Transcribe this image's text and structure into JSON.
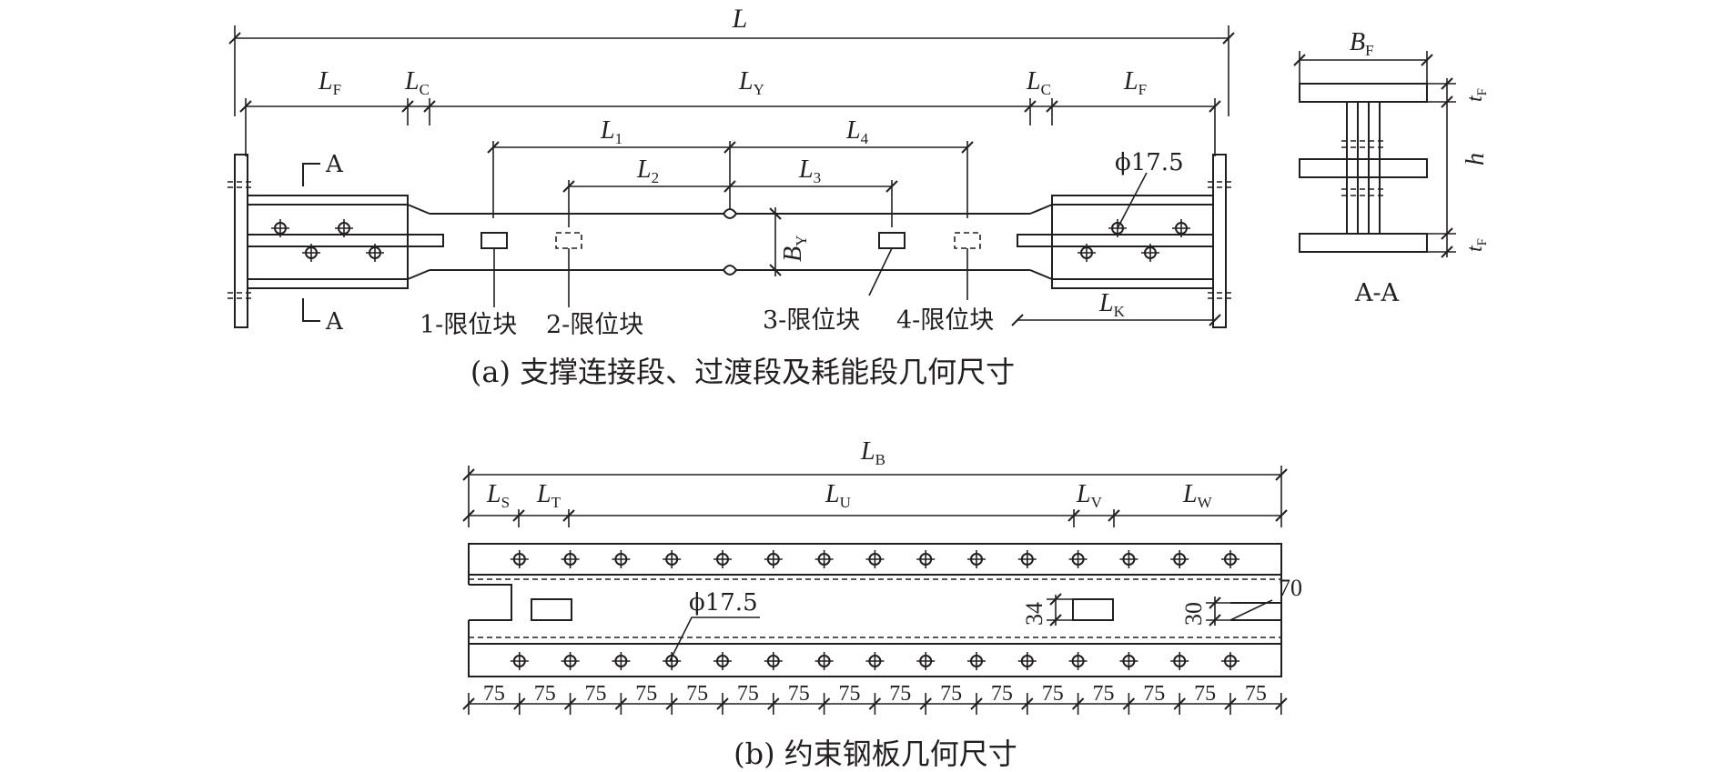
{
  "fig_a": {
    "dims": {
      "L": "L",
      "LF_left": {
        "main": "L",
        "sub": "F"
      },
      "LC_left": {
        "main": "L",
        "sub": "C"
      },
      "LY": {
        "main": "L",
        "sub": "Y"
      },
      "LC_right": {
        "main": "L",
        "sub": "C"
      },
      "LF_right": {
        "main": "L",
        "sub": "F"
      },
      "L1": {
        "main": "L",
        "sub": "1"
      },
      "L2": {
        "main": "L",
        "sub": "2"
      },
      "L3": {
        "main": "L",
        "sub": "3"
      },
      "L4": {
        "main": "L",
        "sub": "4"
      },
      "BY": {
        "main": "B",
        "sub": "Y"
      },
      "LK": {
        "main": "L",
        "sub": "K"
      }
    },
    "section_marks": {
      "top": "A",
      "bottom": "A"
    },
    "bolt_dia": "ϕ17.5",
    "stoppers": [
      "1-限位块",
      "2-限位块",
      "3-限位块",
      "4-限位块"
    ],
    "caption": "(a) 支撑连接段、过渡段及耗能段几何尺寸"
  },
  "section_aa": {
    "BF": {
      "main": "B",
      "sub": "F"
    },
    "tF_top": {
      "main": "t",
      "sub": "F"
    },
    "h": "h",
    "tF_bottom": {
      "main": "t",
      "sub": "F"
    },
    "title": "A-A"
  },
  "fig_b": {
    "dims": {
      "LB": {
        "main": "L",
        "sub": "B"
      },
      "LS": {
        "main": "L",
        "sub": "S"
      },
      "LT": {
        "main": "L",
        "sub": "T"
      },
      "LU": {
        "main": "L",
        "sub": "U"
      },
      "LV": {
        "main": "L",
        "sub": "V"
      },
      "LW": {
        "main": "L",
        "sub": "W"
      }
    },
    "bolt_dia": "ϕ17.5",
    "slot_height": "34",
    "notch_height": "30",
    "notch_length": "70",
    "spacings": [
      "75",
      "75",
      "75",
      "75",
      "75",
      "75",
      "75",
      "75",
      "75",
      "75",
      "75",
      "75",
      "75",
      "75",
      "75",
      "75"
    ],
    "caption": "(b) 约束钢板几何尺寸"
  }
}
